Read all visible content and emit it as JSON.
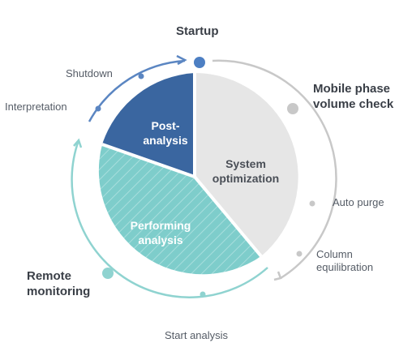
{
  "colors": {
    "post_analysis": "#3a66a0",
    "system_optimization": "#e6e6e6",
    "performing_analysis": "#7ecdcb",
    "arc_blue": "#5b86c2",
    "arc_gray": "#c8c8c8",
    "arc_teal": "#8fd3d0"
  },
  "segments": {
    "post_analysis": {
      "line1": "Post-",
      "line2": "analysis"
    },
    "system_optimization": {
      "line1": "System",
      "line2": "optimization"
    },
    "performing_analysis": {
      "line1": "Performing",
      "line2": "analysis"
    }
  },
  "labels": {
    "startup": "Startup",
    "mobile_phase": {
      "line1": "Mobile phase",
      "line2": "volume check"
    },
    "auto_purge": "Auto purge",
    "column_equilibration": {
      "line1": "Column",
      "line2": "equilibration"
    },
    "start_analysis": "Start analysis",
    "remote_monitoring": {
      "line1": "Remote",
      "line2": "monitoring"
    },
    "interpretation": "Interpretation",
    "shutdown": "Shutdown"
  }
}
